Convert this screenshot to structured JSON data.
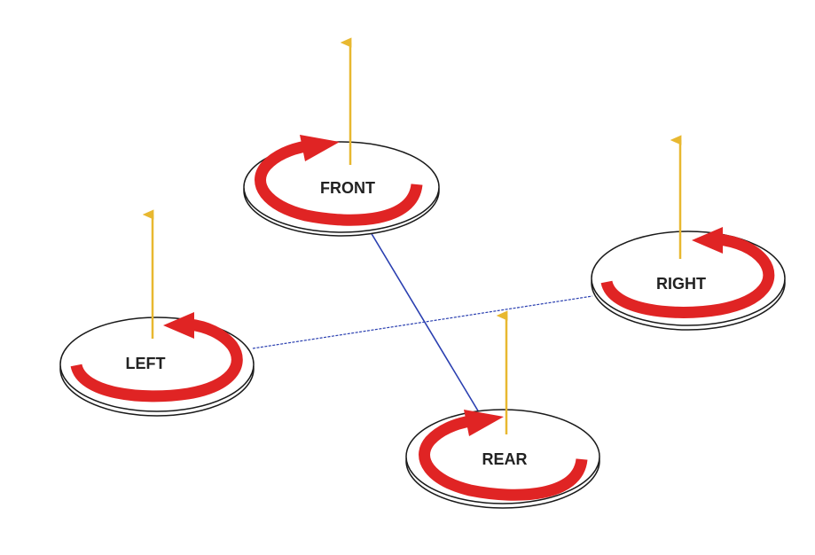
{
  "colors": {
    "background": "#ffffff",
    "frame_line": "#2a3fb0",
    "thrust_arrow": "#e8b830",
    "rotation_arrow": "#e02424",
    "rotor_outline": "#1a1a1a",
    "rotor_fill": "#ffffff"
  },
  "icons": {
    "thrust": "upward-thrust-arrow-icon",
    "rotation_cw": "clockwise-rotation-arrow-icon",
    "rotation_ccw": "counterclockwise-rotation-arrow-icon"
  },
  "rotors": {
    "front": {
      "label": "FRONT",
      "rotation": "clockwise"
    },
    "right": {
      "label": "RIGHT",
      "rotation": "counterclockwise"
    },
    "left": {
      "label": "LEFT",
      "rotation": "counterclockwise"
    },
    "rear": {
      "label": "REAR",
      "rotation": "clockwise"
    }
  }
}
